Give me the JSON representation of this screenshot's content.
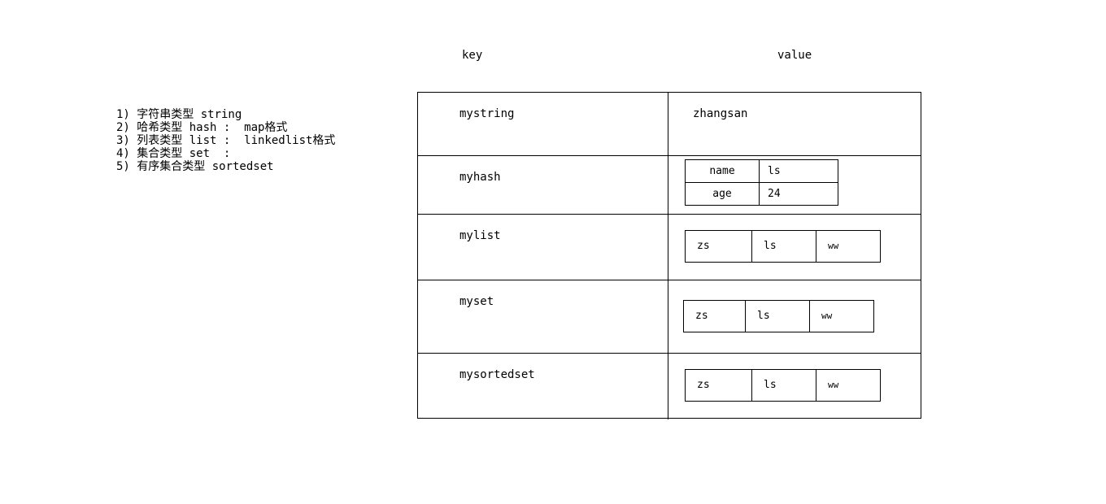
{
  "notes": {
    "lines": [
      "1) 字符串类型 string",
      "2) 哈希类型 hash :  map格式",
      "3) 列表类型 list :  linkedlist格式",
      "4) 集合类型 set  :",
      "5) 有序集合类型 sortedset"
    ]
  },
  "table": {
    "headers": {
      "key": "key",
      "value": "value"
    },
    "rows": [
      {
        "key": "mystring",
        "value_type": "string",
        "value": "zhangsan"
      },
      {
        "key": "myhash",
        "value_type": "hash",
        "pairs": [
          {
            "field": "name",
            "value": "ls"
          },
          {
            "field": "age",
            "value": "24"
          }
        ]
      },
      {
        "key": "mylist",
        "value_type": "list",
        "items": [
          "zs",
          "ls",
          "ww"
        ]
      },
      {
        "key": "myset",
        "value_type": "set",
        "items": [
          "zs",
          "ls",
          "ww"
        ]
      },
      {
        "key": "mysortedset",
        "value_type": "sortedset",
        "items": [
          "zs",
          "ls",
          "ww"
        ]
      }
    ]
  },
  "colors": {
    "background": "#ffffff",
    "text": "#000000",
    "border": "#000000"
  }
}
